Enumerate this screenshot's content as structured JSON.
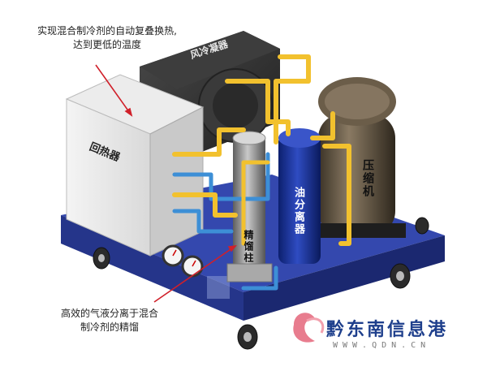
{
  "annotations": {
    "top_note_line1": "实现混合制冷剂的自动复叠换热,",
    "top_note_line2": "达到更低的温度",
    "bottom_note_line1": "高效的气液分离于混合",
    "bottom_note_line2": "制冷剂的精馏"
  },
  "components": {
    "condenser": "风冷凝器",
    "regenerator": "回热器",
    "column": "精馏柱",
    "oil_separator": "油分离器",
    "compressor": "压缩机"
  },
  "watermark": {
    "name": "黔东南信息港",
    "url": "WWW.QDN.CN"
  },
  "colors": {
    "pipe_yellow": "#f2c12e",
    "pipe_blue": "#3d8fd6",
    "base_blue": "#2c3f9e",
    "arrow_red": "#d0202a"
  }
}
